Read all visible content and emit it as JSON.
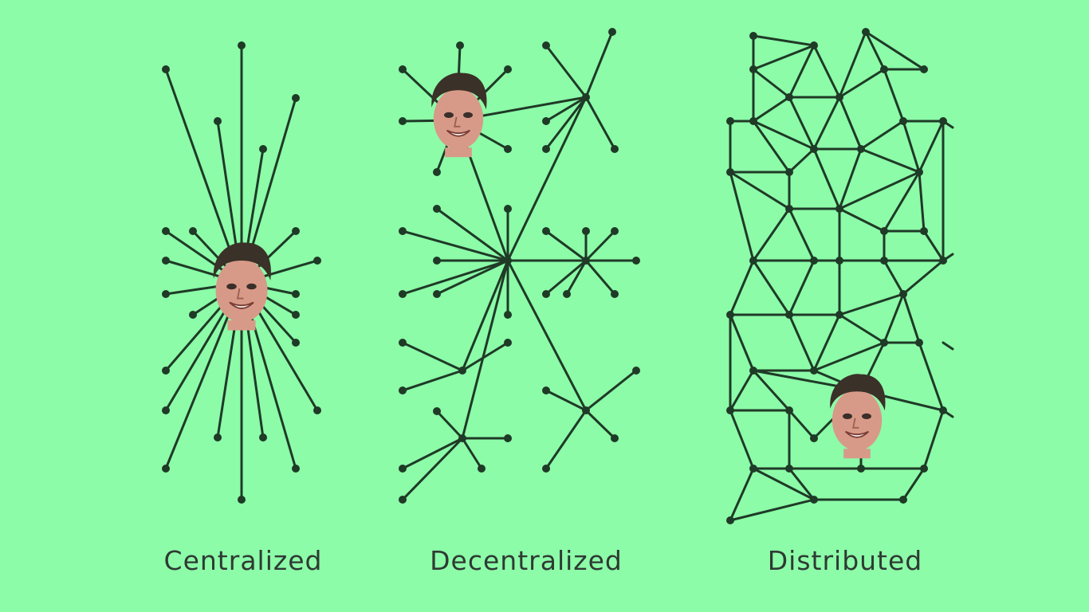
{
  "colors": {
    "background": "#8cfca8",
    "line": "#1f3a27",
    "node": "#1f3a27",
    "label": "#2f3a33",
    "face_skin": "#d89a88",
    "face_hair": "#3a3128"
  },
  "diagrams": [
    {
      "id": "centralized",
      "label": "Centralized"
    },
    {
      "id": "decentralized",
      "label": "Decentralized"
    },
    {
      "id": "distributed",
      "label": "Distributed"
    }
  ],
  "hub_image": "face-photo"
}
